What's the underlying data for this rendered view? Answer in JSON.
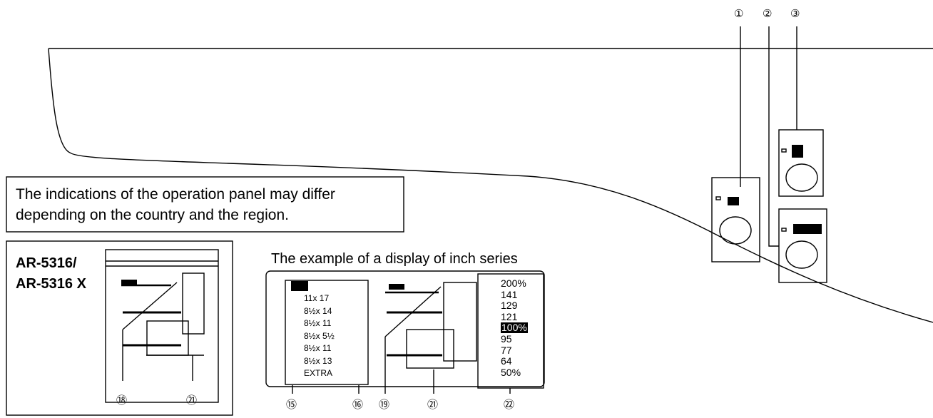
{
  "callouts": {
    "c1": "①",
    "c2": "②",
    "c3": "③",
    "c15": "⑮",
    "c16": "⑯",
    "c18": "⑱",
    "c19": "⑲",
    "c21a": "㉑",
    "c21b": "㉑",
    "c22": "㉒"
  },
  "note_text": "The indications of the operation panel may differ depending on the country and the region.",
  "model_label": "AR-5316/ AR-5316 X",
  "example_caption": "The example of a display of inch series",
  "paper_sizes": [
    "11x 17",
    "8½x 14",
    "8½x 11",
    "8½x 5½",
    "8½x 11",
    "8½x 13",
    "EXTRA"
  ],
  "ratios": [
    "200%",
    "141",
    "129",
    "121",
    "100%",
    "95",
    "77",
    "64",
    "50%"
  ],
  "selected_ratio": "100%"
}
